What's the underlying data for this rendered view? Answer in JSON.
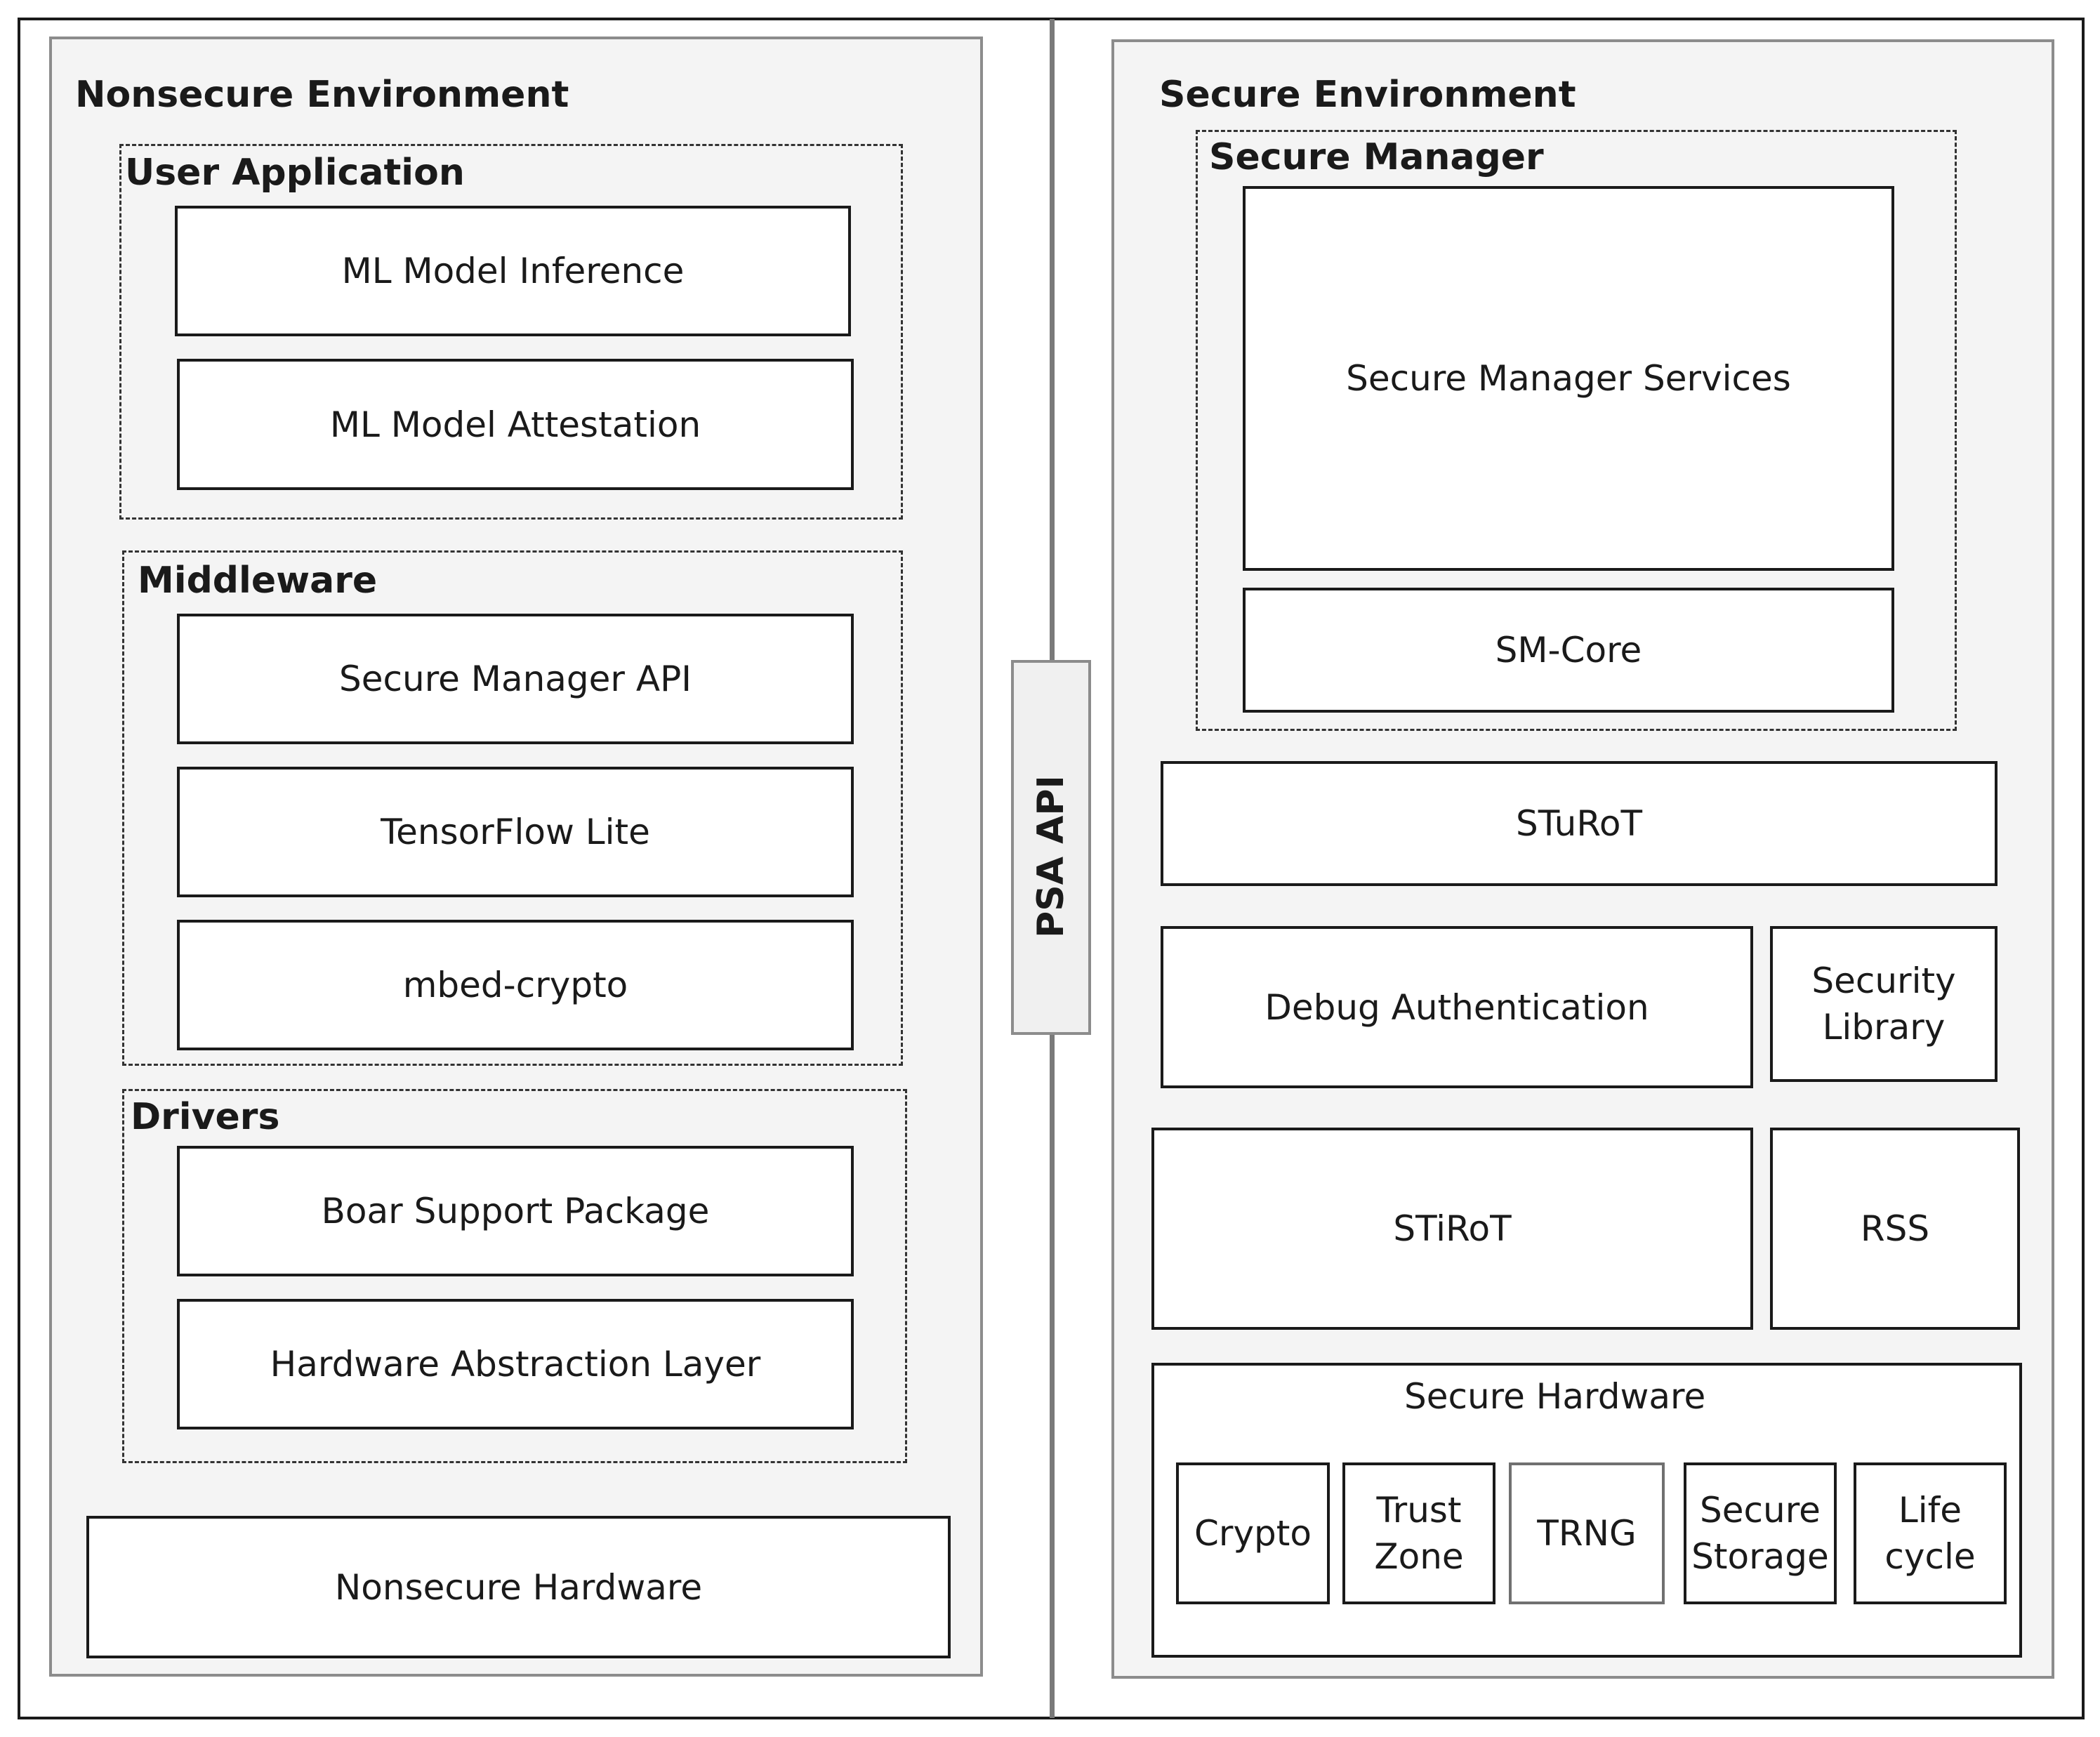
{
  "nonsecure": {
    "title": "Nonsecure Environment",
    "user_application": {
      "title": "User Application",
      "items": [
        "ML Model Inference",
        "ML Model Attestation"
      ]
    },
    "middleware": {
      "title": "Middleware",
      "items": [
        "Secure Manager API",
        "TensorFlow Lite",
        "mbed-crypto"
      ]
    },
    "drivers": {
      "title": "Drivers",
      "items": [
        "Boar Support Package",
        "Hardware Abstraction Layer"
      ]
    },
    "hardware": "Nonsecure Hardware"
  },
  "interface": {
    "label": "PSA API"
  },
  "secure": {
    "title": "Secure Environment",
    "secure_manager": {
      "title": "Secure Manager",
      "services": "Secure Manager Services",
      "core": "SM-Core"
    },
    "sturot": "STuRoT",
    "debug_authentication": "Debug Authentication",
    "security_library": "Security\nLibrary",
    "stirot": "STiRoT",
    "rss": "RSS",
    "hardware": {
      "title": "Secure Hardware",
      "items": [
        "Crypto",
        "Trust\nZone",
        "TRNG",
        "Secure\nStorage",
        "Life\ncycle"
      ]
    }
  }
}
